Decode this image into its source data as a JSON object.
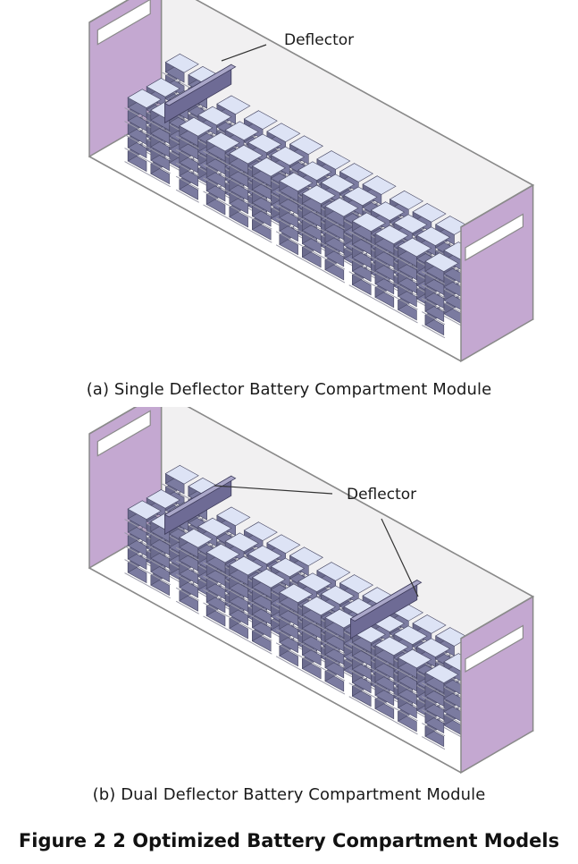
{
  "figure": {
    "title": "Figure 2 2 Optimized Battery Compartment Models"
  },
  "panels": [
    {
      "id": "a",
      "caption": "(a) Single Deflector Battery Compartment Module",
      "callouts": [
        {
          "label": "Deflector"
        }
      ],
      "deflector_count": 1
    },
    {
      "id": "b",
      "caption": "(b) Dual Deflector Battery Compartment Module",
      "callouts": [
        {
          "label": "Deflector"
        }
      ],
      "deflector_count": 2
    }
  ],
  "colors": {
    "end_wall": "#c4a8d1",
    "frame": "#8a8a8a",
    "floor": "#ffffff",
    "back_wall": "#f1f0f1",
    "battery_top": "#dde3f5",
    "battery_side": "#6b6b8e",
    "battery_front": "#7b7ba0",
    "deflector": "#6e6b95"
  }
}
